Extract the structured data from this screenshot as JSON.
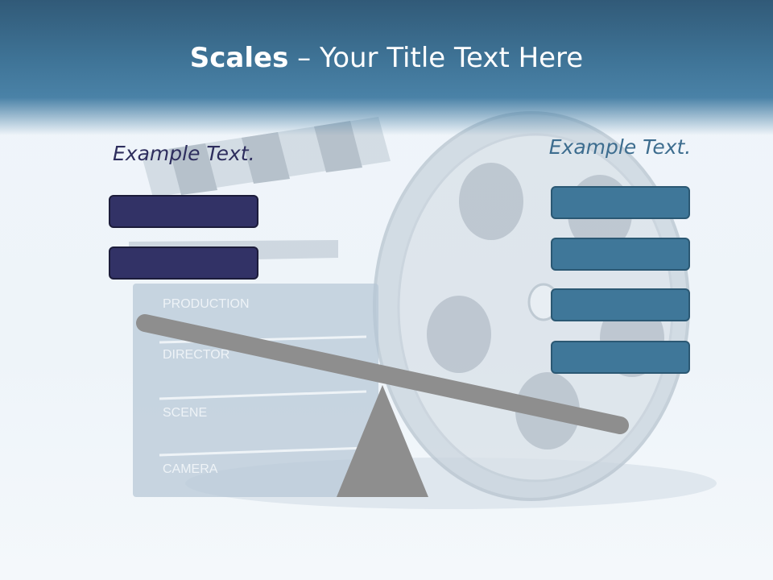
{
  "slide": {
    "title_bold": "Scales",
    "title_rest": " – Your Title Text Here",
    "left_label": "Example Text.",
    "right_label": "Example Text."
  },
  "clapperboard": {
    "rows": [
      "PRODUCTION",
      "DIRECTOR",
      "SCENE",
      "CAMERA"
    ]
  },
  "left_boxes": 2,
  "right_boxes": 4,
  "colors": {
    "header": "#3f7497",
    "left_box": "#323266",
    "right_box": "#3f7799",
    "scale": "#8e8e8e"
  }
}
